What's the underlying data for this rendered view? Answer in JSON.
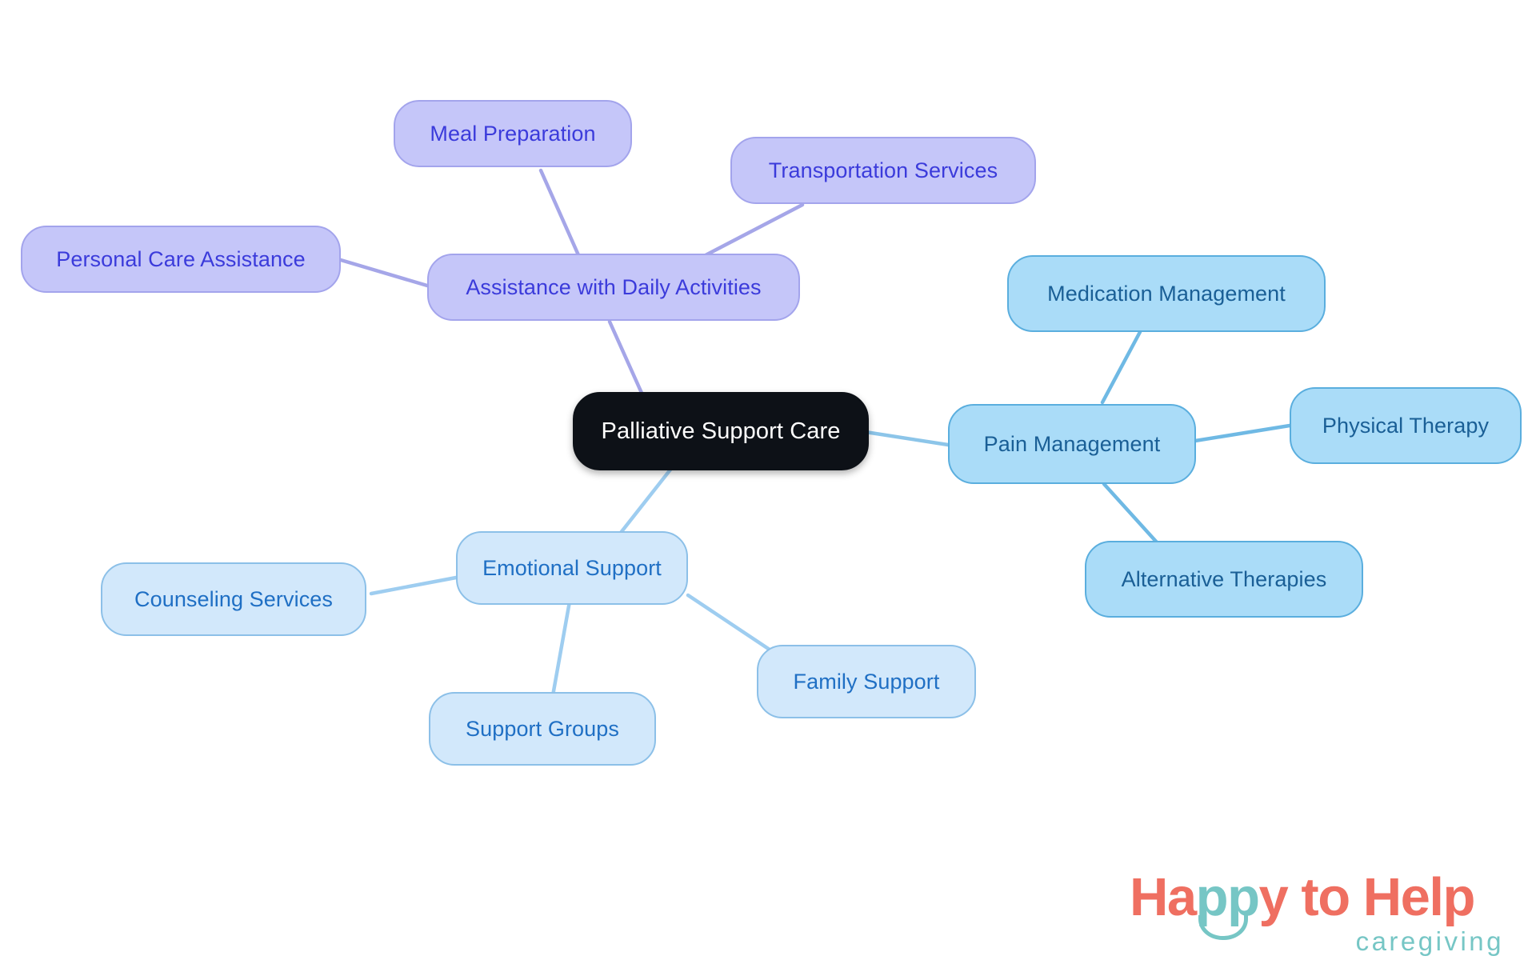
{
  "diagram": {
    "type": "mindmap",
    "title": "Palliative Support Care",
    "background_color": "#ffffff",
    "root": {
      "id": "root",
      "label": "Palliative Support Care",
      "fill": "#0d1117",
      "text_color": "#ffffff"
    },
    "branches": [
      {
        "id": "daily-activities",
        "label": "Assistance with Daily Activities",
        "fill": "#c5c6f9",
        "border": "#a3a4ec",
        "text_color": "#3b3bdb",
        "edge_color": "#a5a6e8",
        "children": [
          {
            "id": "meal-preparation",
            "label": "Meal Preparation"
          },
          {
            "id": "transportation-services",
            "label": "Transportation Services"
          },
          {
            "id": "personal-care-assistance",
            "label": "Personal Care Assistance"
          }
        ]
      },
      {
        "id": "pain-management",
        "label": "Pain Management",
        "fill": "#aadcf8",
        "border": "#5aaede",
        "text_color": "#1a5f96",
        "edge_color": "#6fb9e4",
        "children": [
          {
            "id": "medication-management",
            "label": "Medication Management"
          },
          {
            "id": "physical-therapy",
            "label": "Physical Therapy"
          },
          {
            "id": "alternative-therapies",
            "label": "Alternative Therapies"
          }
        ]
      },
      {
        "id": "emotional-support",
        "label": "Emotional Support",
        "fill": "#d2e8fb",
        "border": "#8cc0e8",
        "text_color": "#1f6fc4",
        "edge_color": "#9ecdf0",
        "children": [
          {
            "id": "counseling-services",
            "label": "Counseling Services"
          },
          {
            "id": "support-groups",
            "label": "Support Groups"
          },
          {
            "id": "family-support",
            "label": "Family Support"
          }
        ]
      }
    ]
  },
  "logo": {
    "word_part_1": "Ha",
    "word_part_2": "pp",
    "word_part_3": "y to Help",
    "tagline": "caregiving",
    "coral": "#ef6f61",
    "teal": "#76c6c5"
  }
}
